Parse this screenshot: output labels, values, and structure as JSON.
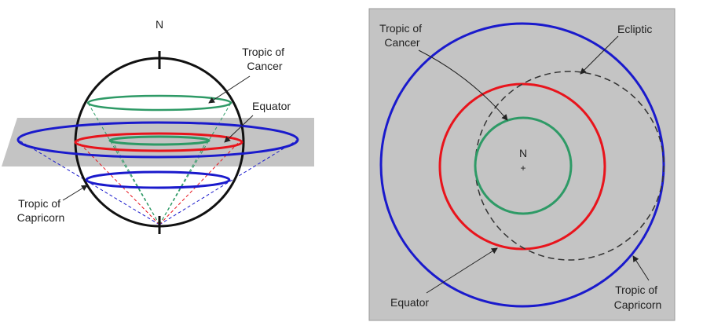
{
  "colors": {
    "background": "#ffffff",
    "plane": "#c4c4c4",
    "sphere": "#111111",
    "equator": "#e8141c",
    "tropic_cancer": "#2e9a66",
    "tropic_capricorn": "#1a1acc",
    "ecliptic": "#333333",
    "text": "#222222"
  },
  "left_panel": {
    "north_label": "N",
    "tropic_cancer_label_line1": "Tropic of",
    "tropic_cancer_label_line2": "Cancer",
    "equator_label": "Equator",
    "tropic_capricorn_label_line1": "Tropic of",
    "tropic_capricorn_label_line2": "Capricorn"
  },
  "right_panel": {
    "tropic_cancer_label_line1": "Tropic of",
    "tropic_cancer_label_line2": "Cancer",
    "ecliptic_label": "Ecliptic",
    "north_label": "N",
    "center_mark": "+",
    "equator_label": "Equator",
    "tropic_capricorn_label_line1": "Tropic of",
    "tropic_capricorn_label_line2": "Capricorn"
  }
}
